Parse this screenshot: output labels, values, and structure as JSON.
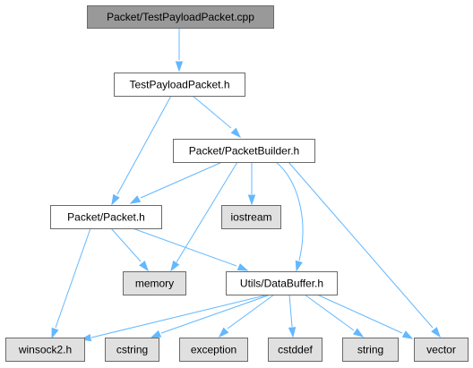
{
  "graph": {
    "nodes": {
      "root": {
        "label": "Packet/TestPayloadPacket.cpp",
        "style": "root"
      },
      "test_payload_h": {
        "label": "TestPayloadPacket.h",
        "style": "normal"
      },
      "packet_builder_h": {
        "label": "Packet/PacketBuilder.h",
        "style": "normal"
      },
      "packet_h": {
        "label": "Packet/Packet.h",
        "style": "normal"
      },
      "iostream": {
        "label": "iostream",
        "style": "external"
      },
      "memory": {
        "label": "memory",
        "style": "external"
      },
      "data_buffer_h": {
        "label": "Utils/DataBuffer.h",
        "style": "normal"
      },
      "winsock2_h": {
        "label": "winsock2.h",
        "style": "external"
      },
      "cstring": {
        "label": "cstring",
        "style": "external"
      },
      "exception": {
        "label": "exception",
        "style": "external"
      },
      "cstddef": {
        "label": "cstddef",
        "style": "external"
      },
      "string": {
        "label": "string",
        "style": "external"
      },
      "vector": {
        "label": "vector",
        "style": "external"
      }
    },
    "edges": [
      {
        "from": "root",
        "to": "test_payload_h"
      },
      {
        "from": "test_payload_h",
        "to": "packet_h"
      },
      {
        "from": "test_payload_h",
        "to": "packet_builder_h"
      },
      {
        "from": "packet_builder_h",
        "to": "packet_h"
      },
      {
        "from": "packet_builder_h",
        "to": "iostream"
      },
      {
        "from": "packet_builder_h",
        "to": "memory"
      },
      {
        "from": "packet_builder_h",
        "to": "data_buffer_h"
      },
      {
        "from": "packet_builder_h",
        "to": "vector"
      },
      {
        "from": "packet_h",
        "to": "memory"
      },
      {
        "from": "packet_h",
        "to": "data_buffer_h"
      },
      {
        "from": "packet_h",
        "to": "winsock2_h"
      },
      {
        "from": "data_buffer_h",
        "to": "winsock2_h"
      },
      {
        "from": "data_buffer_h",
        "to": "cstring"
      },
      {
        "from": "data_buffer_h",
        "to": "exception"
      },
      {
        "from": "data_buffer_h",
        "to": "cstddef"
      },
      {
        "from": "data_buffer_h",
        "to": "string"
      },
      {
        "from": "data_buffer_h",
        "to": "vector"
      }
    ]
  },
  "colors": {
    "root_fill": "#999999",
    "normal_fill": "#ffffff",
    "external_fill": "#e0e0e0",
    "border": "#6a6a6a",
    "edge": "#63b8ff"
  }
}
